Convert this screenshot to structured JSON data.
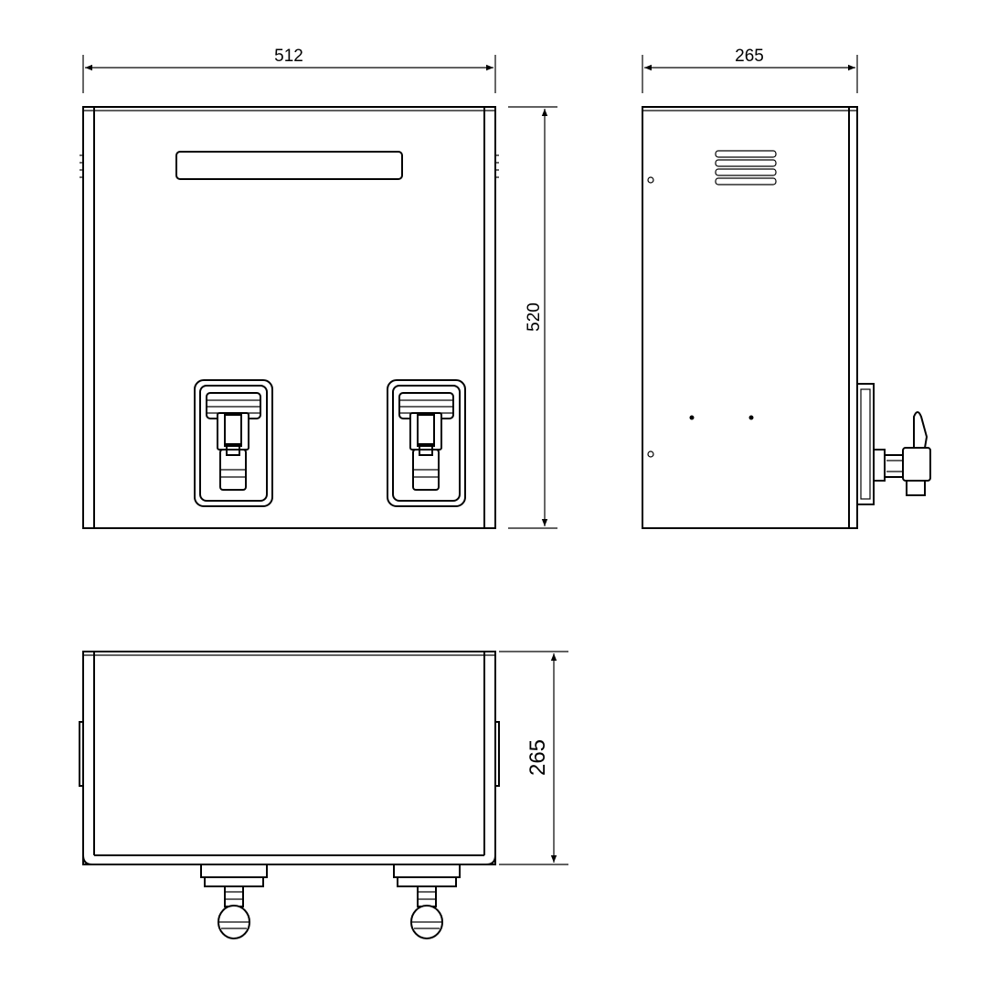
{
  "dimensions": {
    "front_width": "512",
    "side_depth": "265",
    "front_height": "520",
    "top_depth": "265"
  }
}
